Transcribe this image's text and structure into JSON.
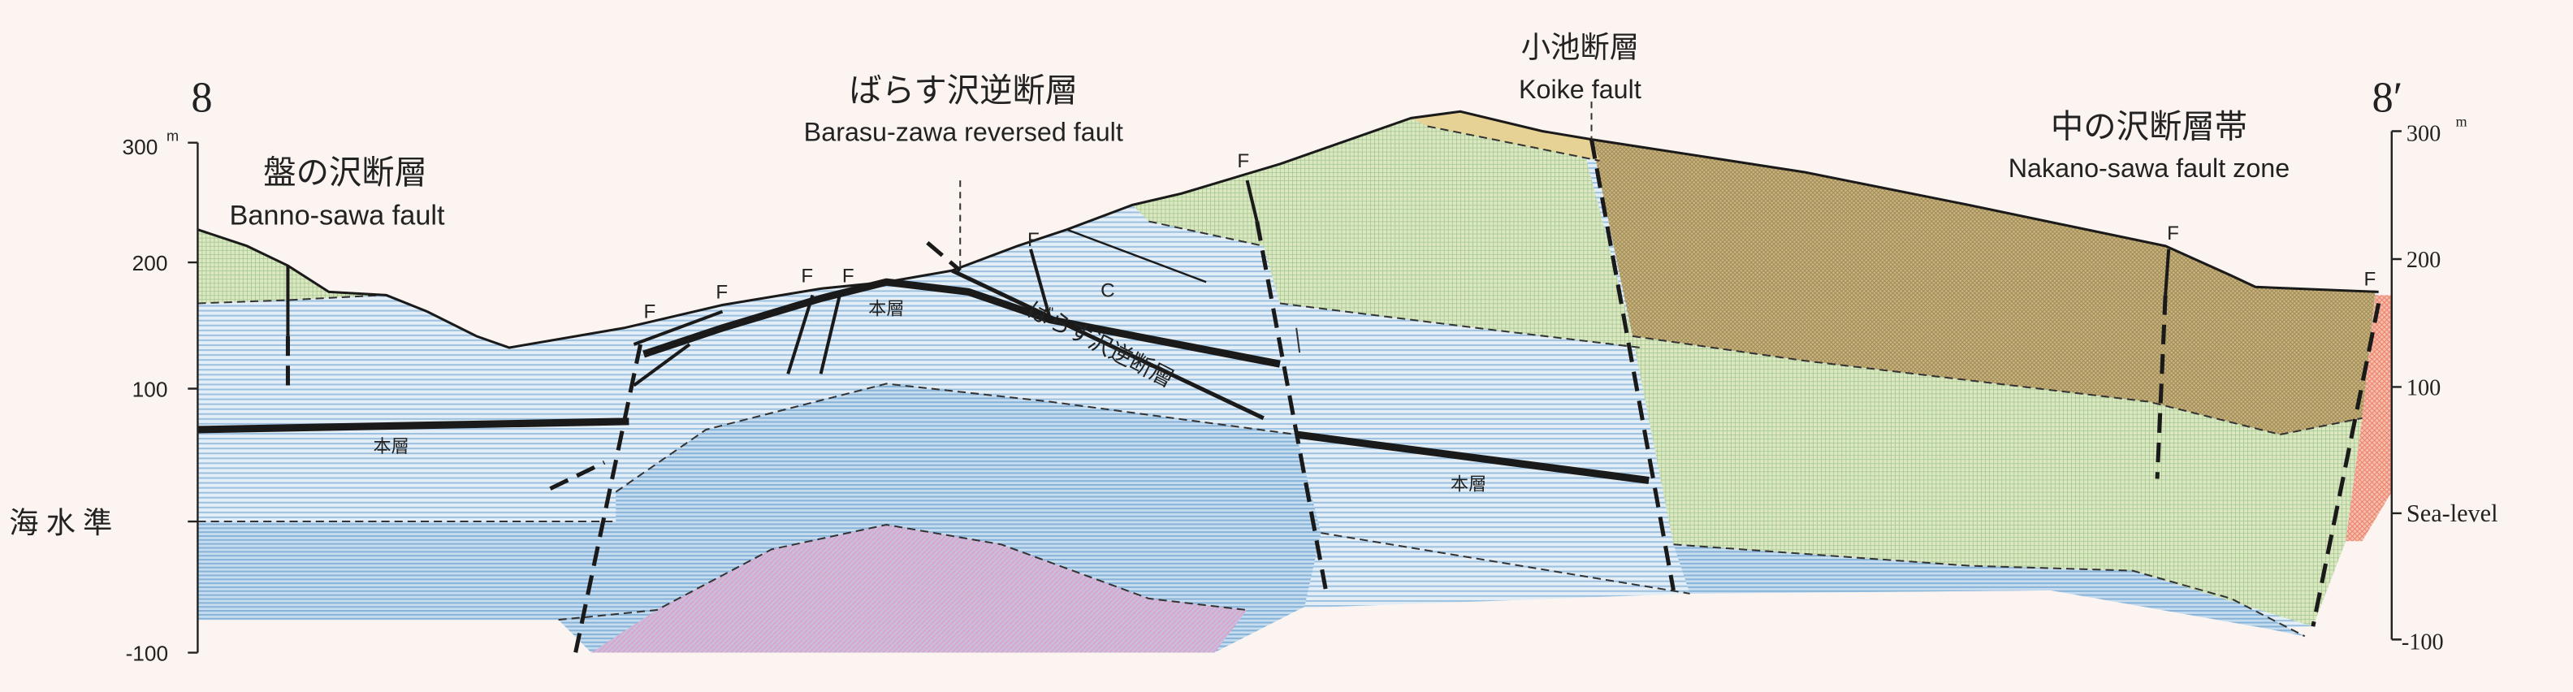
{
  "section": {
    "start_label": "8",
    "end_label": "8′"
  },
  "left_axis": {
    "ticks": [
      "300",
      "200",
      "100",
      "海 水 準",
      "-100"
    ],
    "unit": "m"
  },
  "right_axis": {
    "ticks": [
      "300",
      "200",
      "100",
      "Sea-level",
      "-100"
    ],
    "unit": "m"
  },
  "faults": {
    "banno_sawa": {
      "ja": "盤の沢断層",
      "en": "Banno-sawa fault"
    },
    "barasu_zawa": {
      "ja": "ばらす沢逆断層",
      "en": "Barasu-zawa reversed fault"
    },
    "koike": {
      "ja": "小池断層",
      "en": "Koike fault"
    },
    "nakano_sawa": {
      "ja": "中の沢断層帯",
      "en": "Nakano-sawa fault zone"
    }
  },
  "labels": {
    "fault_mark": "F",
    "main_layer": "本層",
    "c_label": "C",
    "barasu_inline": "ばらす沢逆断層"
  },
  "colors": {
    "blue_light": "#dce9f3",
    "blue_mid": "#b9d4ea",
    "green": "#cfe0b0",
    "brown": "#c9b27a",
    "tan": "#e6d295",
    "purple": "#c8b3d8",
    "pink": "#f2a69a",
    "ink": "#1a1a1a"
  }
}
